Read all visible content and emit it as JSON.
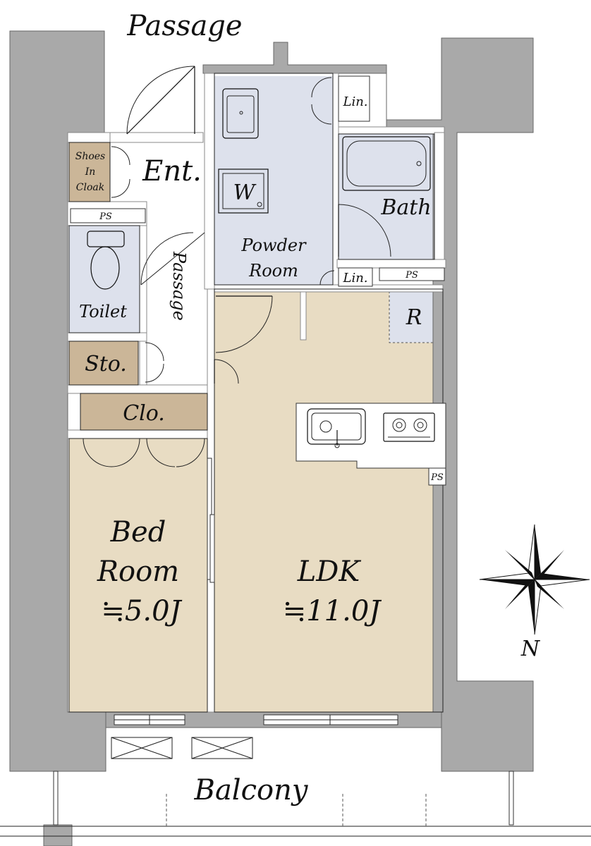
{
  "labels": {
    "passage_top": "Passage",
    "passage_inner": "Passage",
    "ent": "Ent.",
    "shoes_line1": "Shoes",
    "shoes_line2": "In",
    "shoes_line3": "Cloak",
    "ps1": "PS",
    "ps2": "PS",
    "ps3": "PS",
    "lin1": "Lin.",
    "lin2": "Lin.",
    "washer": "W",
    "bath": "Bath",
    "powder_line1": "Powder",
    "powder_line2": "Room",
    "toilet": "Toilet",
    "storage": "Sto.",
    "closet": "Clo.",
    "fridge": "R",
    "bed_line1": "Bed",
    "bed_line2": "Room",
    "bed_area": "≒5.0J",
    "ldk": "LDK",
    "ldk_area": "≒11.0J",
    "north": "N",
    "balcony": "Balcony"
  },
  "colors": {
    "wet_area": "#dde1ec",
    "living_floor": "#e8dcc3",
    "storage_fill": "#cbb698",
    "wall": "#a9a9a9"
  },
  "icons": [
    "compass-icon",
    "toilet-icon",
    "bathtub-icon",
    "sink-icon",
    "stove-icon",
    "washer-icon"
  ]
}
